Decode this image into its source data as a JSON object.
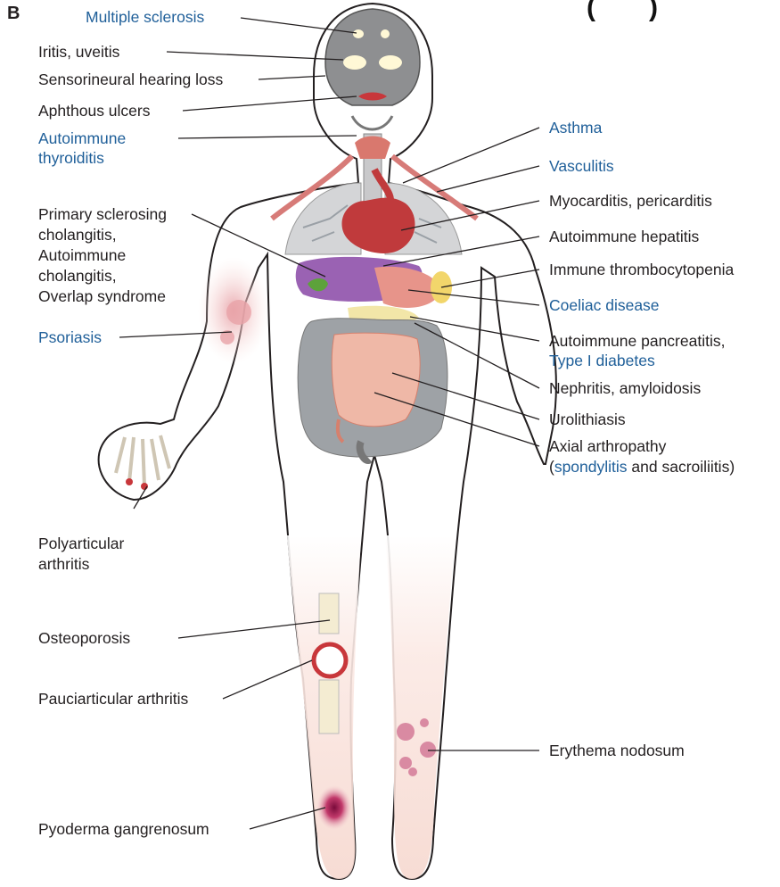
{
  "panel_letter": "B",
  "corner_fragment": "(",
  "corner_fragment_2": ")",
  "colors": {
    "blue_text": "#1f5f99",
    "black_text": "#231f20",
    "skin_flush": "#f3d2c8",
    "lesion": "#c8567a"
  },
  "labels": {
    "multiple_sclerosis": "Multiple sclerosis",
    "iritis": "Iritis, uveitis",
    "hearing_loss": "Sensorineural hearing loss",
    "aphthous": "Aphthous ulcers",
    "thyroiditis_1": "Autoimmune",
    "thyroiditis_2": "thyroiditis",
    "cholangitis_1": "Primary sclerosing",
    "cholangitis_2": "cholangitis,",
    "cholangitis_3": "Autoimmune",
    "cholangitis_4": "cholangitis,",
    "cholangitis_5": "Overlap syndrome",
    "psoriasis": "Psoriasis",
    "polyarticular_1": "Polyarticular",
    "polyarticular_2": "arthritis",
    "osteoporosis": "Osteoporosis",
    "pauciarticular": "Pauciarticular arthritis",
    "pyoderma": "Pyoderma gangrenosum",
    "asthma": "Asthma",
    "vasculitis": "Vasculitis",
    "myocarditis": "Myocarditis, pericarditis",
    "hepatitis": "Autoimmune hepatitis",
    "thrombocytopenia": "Immune thrombocytopenia",
    "coeliac": "Coeliac disease",
    "pancreatitis": "Autoimmune pancreatitis,",
    "diabetes": "Type I diabetes",
    "nephritis": "Nephritis, amyloidosis",
    "urolithiasis": "Urolithiasis",
    "axial_1": "Axial arthropathy",
    "axial_2_open": "(",
    "axial_2_blue": "spondylitis",
    "axial_2_rest": " and sacroiliitis)",
    "erythema": "Erythema nodosum"
  }
}
